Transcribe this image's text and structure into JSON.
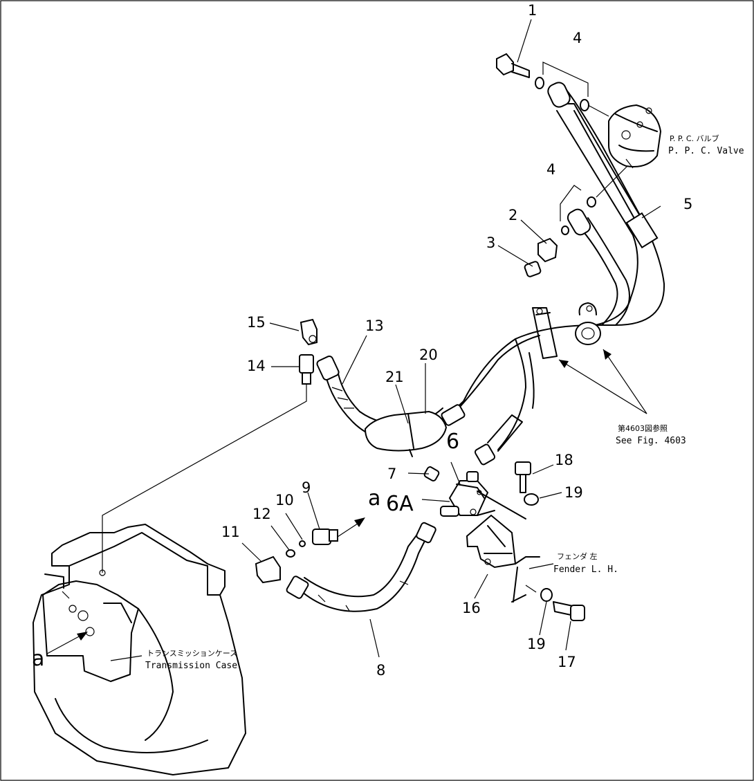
{
  "callouts": [
    "1",
    "2",
    "3",
    "4",
    "4",
    "5",
    "6",
    "6A",
    "7",
    "8",
    "9",
    "10",
    "11",
    "12",
    "13",
    "14",
    "15",
    "16",
    "17",
    "18",
    "19",
    "19",
    "20",
    "21"
  ],
  "labels": {
    "ppc_valve_jp": "P. P. C. バルブ",
    "ppc_valve_en": "P. P. C. Valve",
    "see_fig_jp": "第4603図参照",
    "see_fig_en": "See Fig. 4603",
    "fender_jp": "フェンダ 左",
    "fender_en": "Fender L. H.",
    "transmission_jp": "トランスミッションケース",
    "transmission_en": "Transmission Case",
    "port_a1": "a",
    "port_a2": "a"
  }
}
